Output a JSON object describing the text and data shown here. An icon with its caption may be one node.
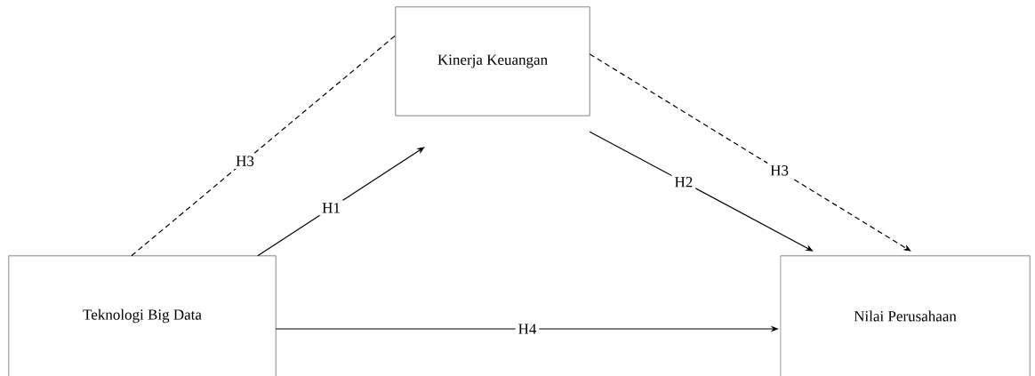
{
  "diagram": {
    "nodes": [
      {
        "text": [
          "Kinerja Keuangan"
        ]
      },
      {
        "text": [
          "Teknologi Big Data"
        ]
      },
      {
        "text": [
          "Nilai Perusahaan"
        ]
      }
    ],
    "edges": [
      {
        "from": 1,
        "to": 0,
        "arrow": "none",
        "style": "dashed",
        "label": "H3"
      },
      {
        "from": 1,
        "to": 0,
        "arrow": "to",
        "label": "H1"
      },
      {
        "from": 0,
        "to": 2,
        "arrow": "to",
        "label": "H2"
      },
      {
        "from": 0,
        "to": 2,
        "arrow": "to",
        "style": "dashed",
        "label": "H3"
      },
      {
        "from": 1,
        "to": 2,
        "arrow": "to",
        "label": "H4"
      }
    ]
  }
}
